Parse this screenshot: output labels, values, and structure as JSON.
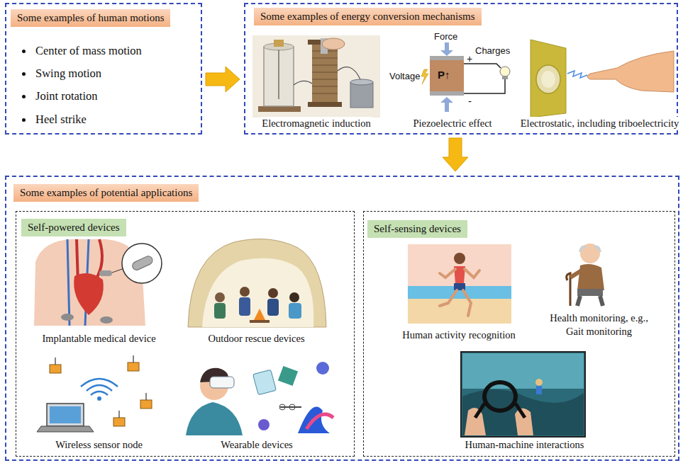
{
  "diagram": {
    "nodes": [
      {
        "text": [
          "Some examples of human motions",
          "Center of mass motion",
          "Swing motion",
          "Joint rotation",
          "Heel strike"
        ]
      },
      {
        "text": [
          "Some examples of energy conversion mechanisms"
        ]
      },
      {
        "text": [
          "Electromagnetic induction"
        ],
        "in": 1
      },
      {
        "text": [
          "Piezoelectric effect"
        ],
        "in": 1
      },
      {
        "text": [
          "Electrostatic, including triboelectricity"
        ],
        "in": 1
      },
      {
        "text": [
          "Some examples of potential applications"
        ]
      },
      {
        "text": [
          "Self-powered devices"
        ],
        "in": 5
      },
      {
        "text": [
          "Implantable medical device"
        ],
        "in": 6
      },
      {
        "text": [
          "Outdoor rescue devices"
        ],
        "in": 6
      },
      {
        "text": [
          "Wireless sensor node"
        ],
        "in": 6
      },
      {
        "text": [
          "Wearable devices"
        ],
        "in": 6
      },
      {
        "text": [
          "Self-sensing devices"
        ],
        "in": 5
      },
      {
        "text": [
          "Human activity recognition"
        ],
        "in": 11
      },
      {
        "text": [
          "Health monitoring, e.g., Gait monitoring"
        ],
        "in": 11
      },
      {
        "text": [
          "Human-machine interactions"
        ],
        "in": 11
      }
    ],
    "edges": [
      {
        "from": 0,
        "to": 1,
        "arrow": "to"
      },
      {
        "from": 1,
        "to": 5,
        "arrow": "to"
      }
    ],
    "labels": [
      "Force",
      "Voltage",
      "Charges",
      "+",
      "-",
      "P↑"
    ]
  }
}
